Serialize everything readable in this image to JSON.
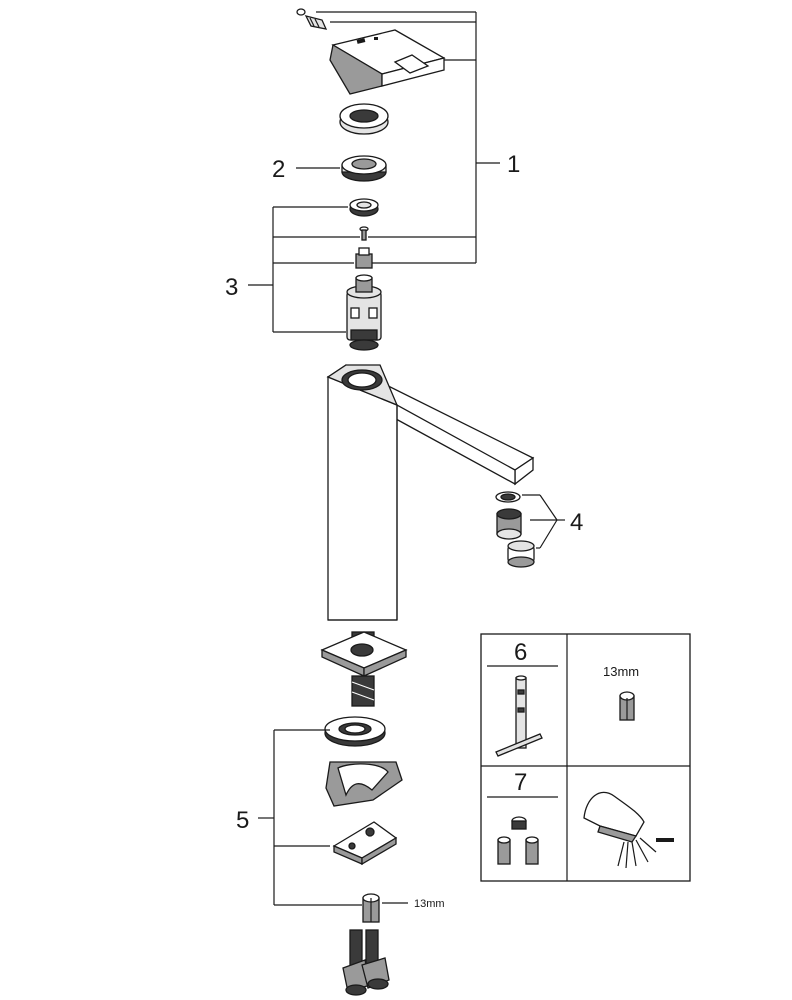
{
  "callouts": [
    {
      "id": "1",
      "label": "1"
    },
    {
      "id": "2",
      "label": "2"
    },
    {
      "id": "3",
      "label": "3"
    },
    {
      "id": "4",
      "label": "4"
    },
    {
      "id": "5",
      "label": "5"
    },
    {
      "id": "6",
      "label": "6"
    },
    {
      "id": "7",
      "label": "7"
    }
  ],
  "dimensions": {
    "nut_size_main": "13mm",
    "nut_size_tool_panel": "13mm"
  },
  "icons": [
    "screw-icon",
    "lever-handle-icon",
    "cover-ring-icon",
    "nut-icon",
    "cartridge-icon",
    "faucet-body-icon",
    "aerator-icon",
    "hose-icon",
    "wrench-key-icon",
    "spray-head-icon"
  ]
}
